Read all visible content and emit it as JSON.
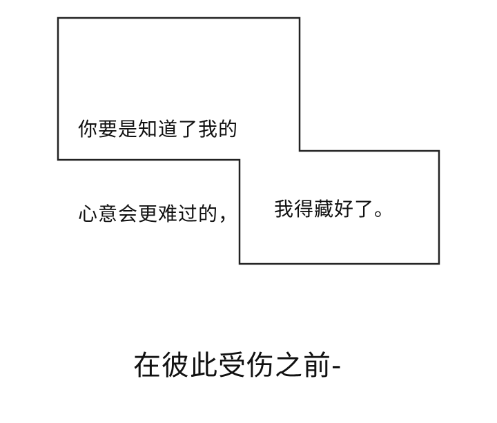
{
  "panel": {
    "bubble": {
      "line1": "你要是知道了我的",
      "line2": "心意会更难过的，",
      "line3": "我得藏好了。",
      "stroke_color": "#222222"
    },
    "caption": "在彼此受伤之前-"
  }
}
